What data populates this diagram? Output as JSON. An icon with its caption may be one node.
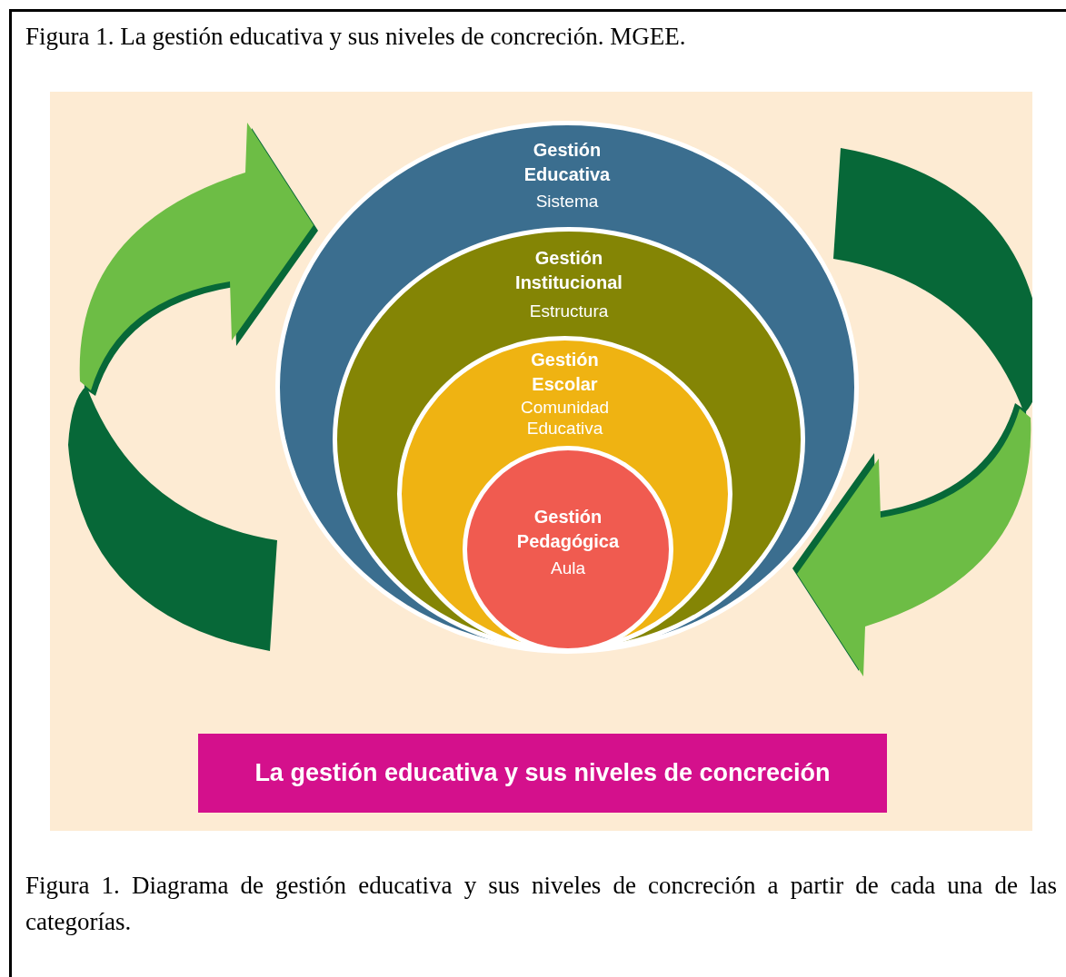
{
  "diagram": {
    "title": "Figura 1. La gestión educativa y sus niveles de concreción. MGEE.",
    "nodes": [
      {
        "text": [
          "Gestión Educativa",
          "Sistema"
        ]
      },
      {
        "text": [
          "Gestión Institucional",
          "Estructura"
        ],
        "in": 0
      },
      {
        "text": [
          "Gestión Escolar",
          "Comunidad Educativa"
        ],
        "in": 1
      },
      {
        "text": [
          "Gestión Pedagógica",
          "Aula"
        ],
        "in": 2
      },
      {
        "text": [
          "La gestión educativa y sus niveles de concreción"
        ]
      }
    ],
    "caption": "Figura 1. Diagrama de gestión educativa y sus niveles de concreción a partir de cada una de las categorías."
  }
}
